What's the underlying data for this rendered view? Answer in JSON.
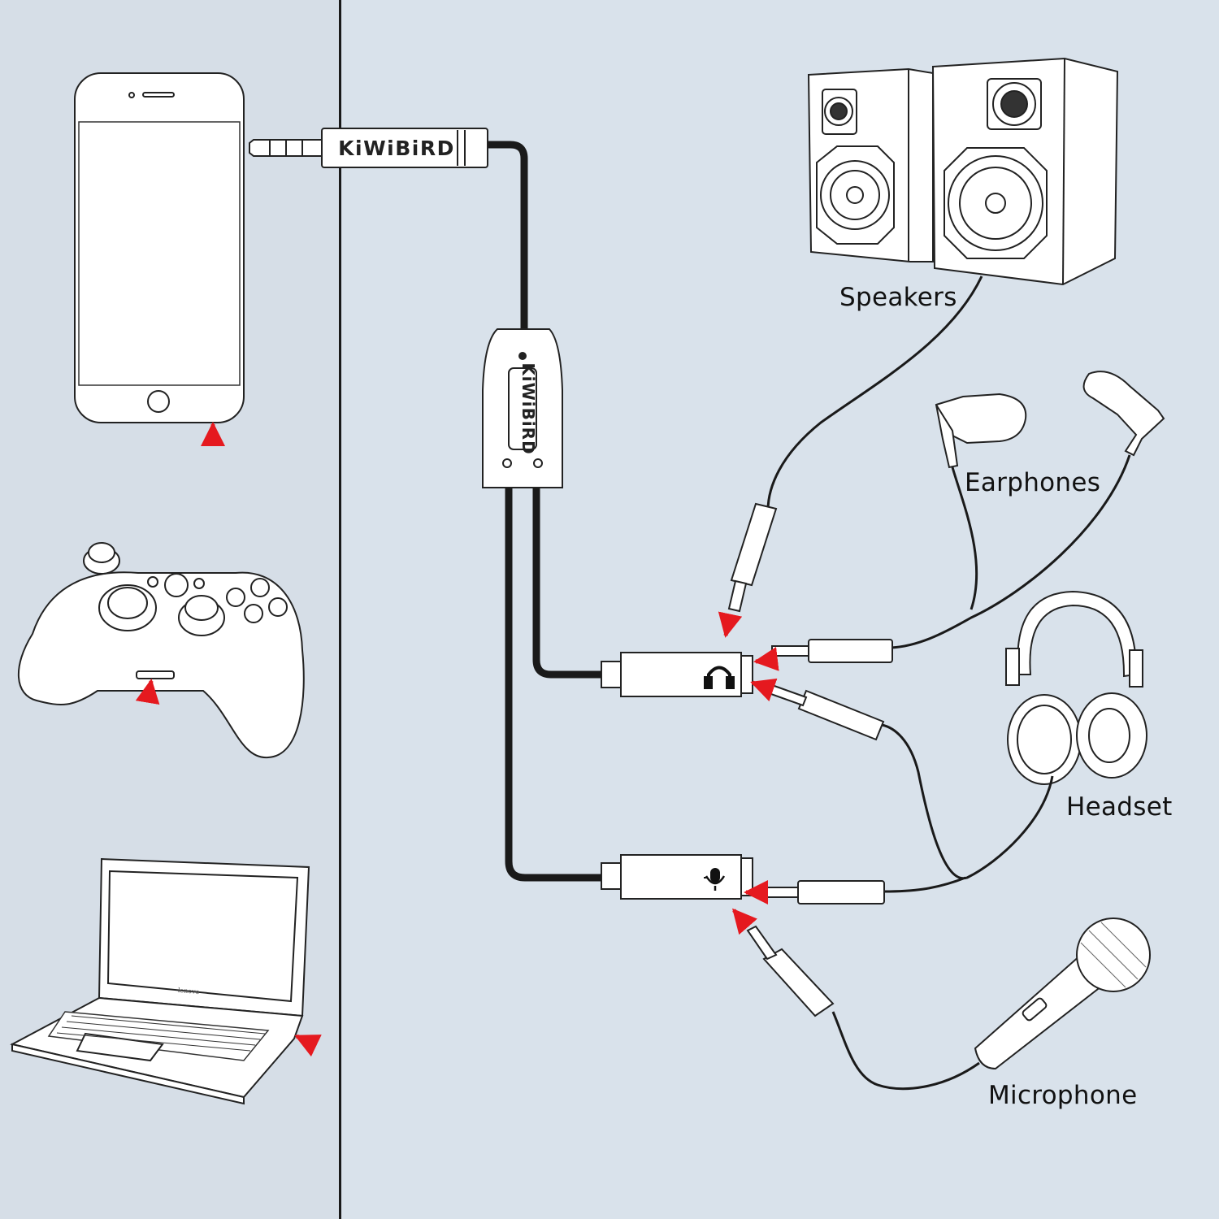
{
  "brand": {
    "name": "KiWiBiRD",
    "laptop_logo": "lenovo"
  },
  "labels": {
    "speakers": "Speakers",
    "earphones": "Earphones",
    "headset": "Headset",
    "microphone": "Microphone"
  },
  "colors": {
    "background_left": "#d6dee7",
    "background_right": "#d9e2eb",
    "arrow": "#e5191f",
    "cable": "#1a1a1a",
    "outline": "#222222"
  },
  "icons": {
    "headphone_port": "headphone-icon",
    "mic_port": "microphone-icon"
  }
}
